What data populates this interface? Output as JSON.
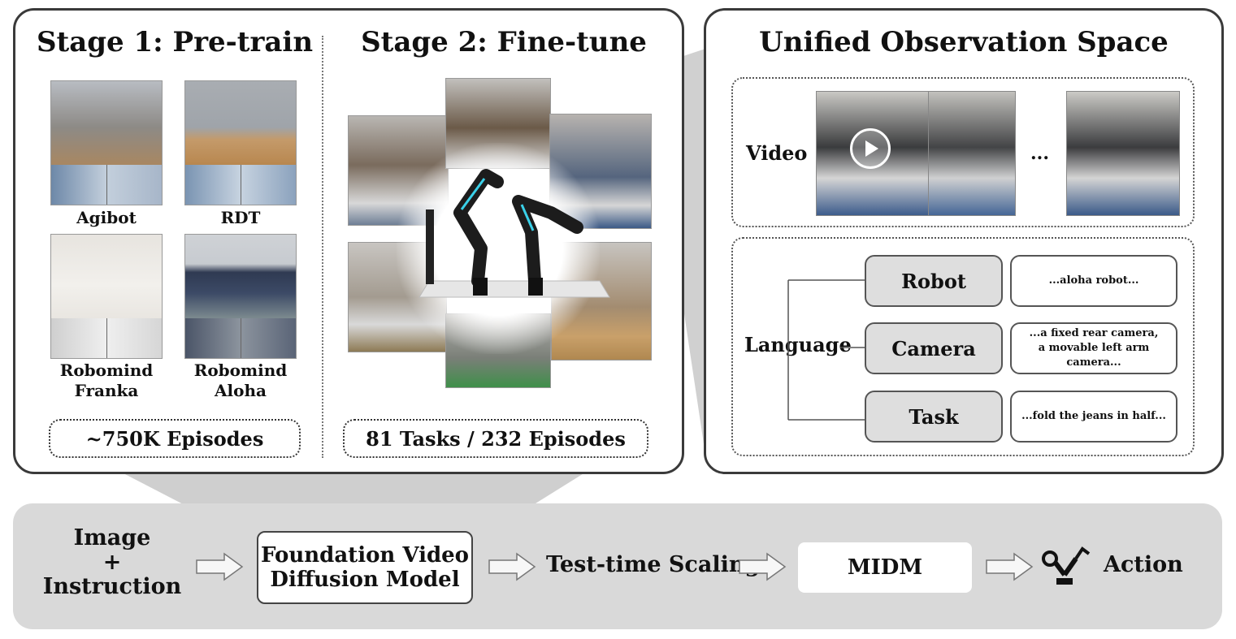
{
  "stage1": {
    "title": "Stage 1: Pre-train",
    "datasets": [
      {
        "line1": "Agibot",
        "line2": ""
      },
      {
        "line1": "RDT",
        "line2": ""
      },
      {
        "line1": "Robomind",
        "line2": "Franka"
      },
      {
        "line1": "Robomind",
        "line2": "Aloha"
      }
    ],
    "episodes": "~750K Episodes"
  },
  "stage2": {
    "title": "Stage 2: Fine-tune",
    "episodes": "81 Tasks / 232 Episodes"
  },
  "unified": {
    "title": "Unified Observation Space",
    "video_label": "Video",
    "ellipsis": "...",
    "language_label": "Language",
    "rows": [
      {
        "key": "Robot",
        "value_line1": "...aloha robot...",
        "value_line2": ""
      },
      {
        "key": "Camera",
        "value_line1": "...a fixed rear camera,",
        "value_line2": "a movable left arm camera..."
      },
      {
        "key": "Task",
        "value_line1": "...fold the jeans in half...",
        "value_line2": ""
      }
    ]
  },
  "flow": {
    "input_line1": "Image",
    "input_line2": "+",
    "input_line3": "Instruction",
    "model_line1": "Foundation Video",
    "model_line2": "Diffusion Model",
    "scaling": "Test-time Scaling",
    "midm": "MIDM",
    "action": "Action"
  },
  "icons": [
    "play-icon",
    "robot-arm-icon",
    "arrow-icon"
  ],
  "colors": {
    "border": "#3a3a3a",
    "flow_bg": "#d9d9d9",
    "key_box": "#dedede",
    "robot_led": "#3ad0e8"
  }
}
